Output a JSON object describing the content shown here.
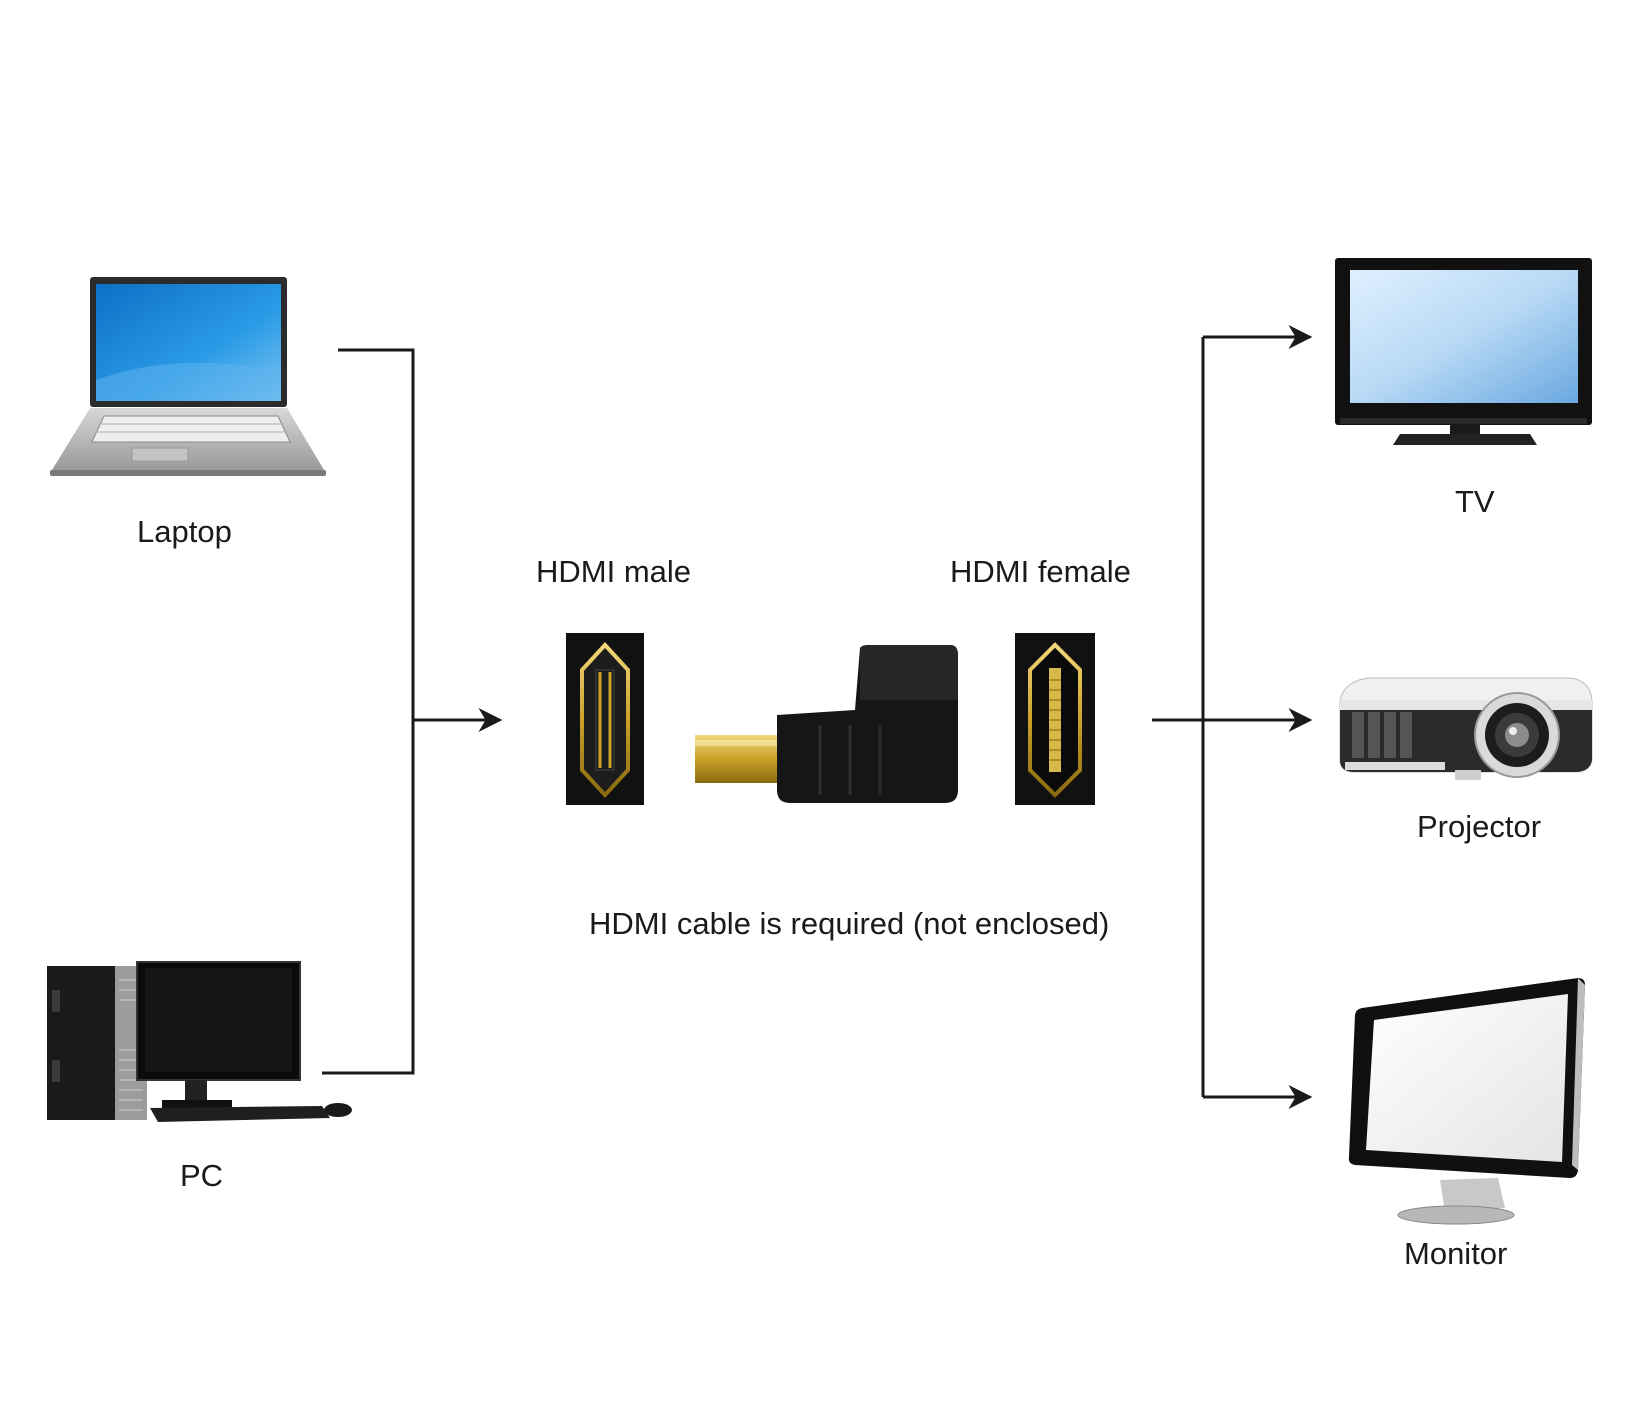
{
  "devices": {
    "sources": [
      {
        "id": "laptop",
        "label": "Laptop",
        "icon": "laptop-icon"
      },
      {
        "id": "pc",
        "label": "PC",
        "icon": "desktop-pc-icon"
      }
    ],
    "targets": [
      {
        "id": "tv",
        "label": "TV",
        "icon": "tv-icon"
      },
      {
        "id": "projector",
        "label": "Projector",
        "icon": "projector-icon"
      },
      {
        "id": "monitor",
        "label": "Monitor",
        "icon": "monitor-icon"
      }
    ]
  },
  "adapter": {
    "male_label": "HDMI male",
    "female_label": "HDMI female",
    "note": "HDMI cable is required (not enclosed)",
    "icons": [
      "hdmi-male-port-icon",
      "hdmi-right-angle-adapter-icon",
      "hdmi-female-port-icon"
    ]
  },
  "colors": {
    "line": "#1a1a1a",
    "gold": "#c9a227",
    "screen_blue": "#1e88d8"
  }
}
